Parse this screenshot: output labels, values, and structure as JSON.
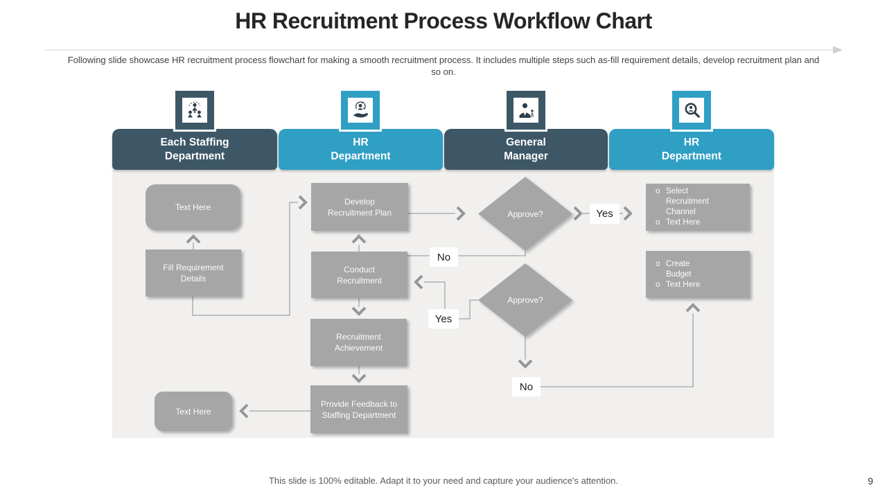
{
  "slide": {
    "title": "HR Recruitment Process Workflow Chart",
    "subtitle": "Following slide showcase HR recruitment process flowchart for making a smooth recruitment process. It includes multiple steps such as-fill requirement details, develop recruitment plan and so on.",
    "footer": "This slide is 100% editable. Adapt it to your need and capture your audience's attention.",
    "page_number": "9"
  },
  "colors": {
    "dark_header": "#3D5767",
    "teal_header": "#2F9FC4",
    "shape_gray": "#A6A6A6",
    "canvas_bg": "#F1F0EF",
    "connector": "#A3A3A3",
    "icon": "#2E3E4A"
  },
  "columns": [
    {
      "lines": [
        "Each Staffing",
        "Department"
      ],
      "theme": "dark",
      "icon": "team-hierarchy-icon"
    },
    {
      "lines": [
        "HR",
        "Department"
      ],
      "theme": "teal",
      "icon": "hand-holding-person-icon"
    },
    {
      "lines": [
        "General",
        "Manager"
      ],
      "theme": "dark",
      "icon": "manager-icon"
    },
    {
      "lines": [
        "HR",
        "Department"
      ],
      "theme": "teal",
      "icon": "person-search-icon"
    }
  ],
  "flow": {
    "bullet_char": "o",
    "boxes": {
      "text_here_top": {
        "label": "Text Here"
      },
      "fill_requirement": {
        "lines": [
          "Fill Requirement",
          "Details"
        ]
      },
      "develop_plan": {
        "lines": [
          "Develop",
          "Recruitment Plan"
        ]
      },
      "conduct": {
        "lines": [
          "Conduct",
          "Recruitment"
        ]
      },
      "achievement": {
        "lines": [
          "Recruitment",
          "Achievement"
        ]
      },
      "feedback": {
        "lines": [
          "Provide  Feedback to",
          "Staffing Department"
        ]
      },
      "text_here_bottom": {
        "label": "Text Here"
      },
      "select_channel": {
        "items": [
          {
            "lines": [
              "Select",
              "Recruitment",
              "Channel"
            ]
          },
          {
            "lines": [
              "Text Here"
            ]
          }
        ]
      },
      "create_budget": {
        "items": [
          {
            "lines": [
              "Create",
              "Budget"
            ]
          },
          {
            "lines": [
              "Text Here"
            ]
          }
        ]
      }
    },
    "decisions": [
      {
        "label": "Approve?"
      },
      {
        "label": "Approve?"
      }
    ],
    "connector_labels": {
      "yes_top": "Yes",
      "no_top": "No",
      "yes_mid": "Yes",
      "no_bottom": "No"
    }
  }
}
